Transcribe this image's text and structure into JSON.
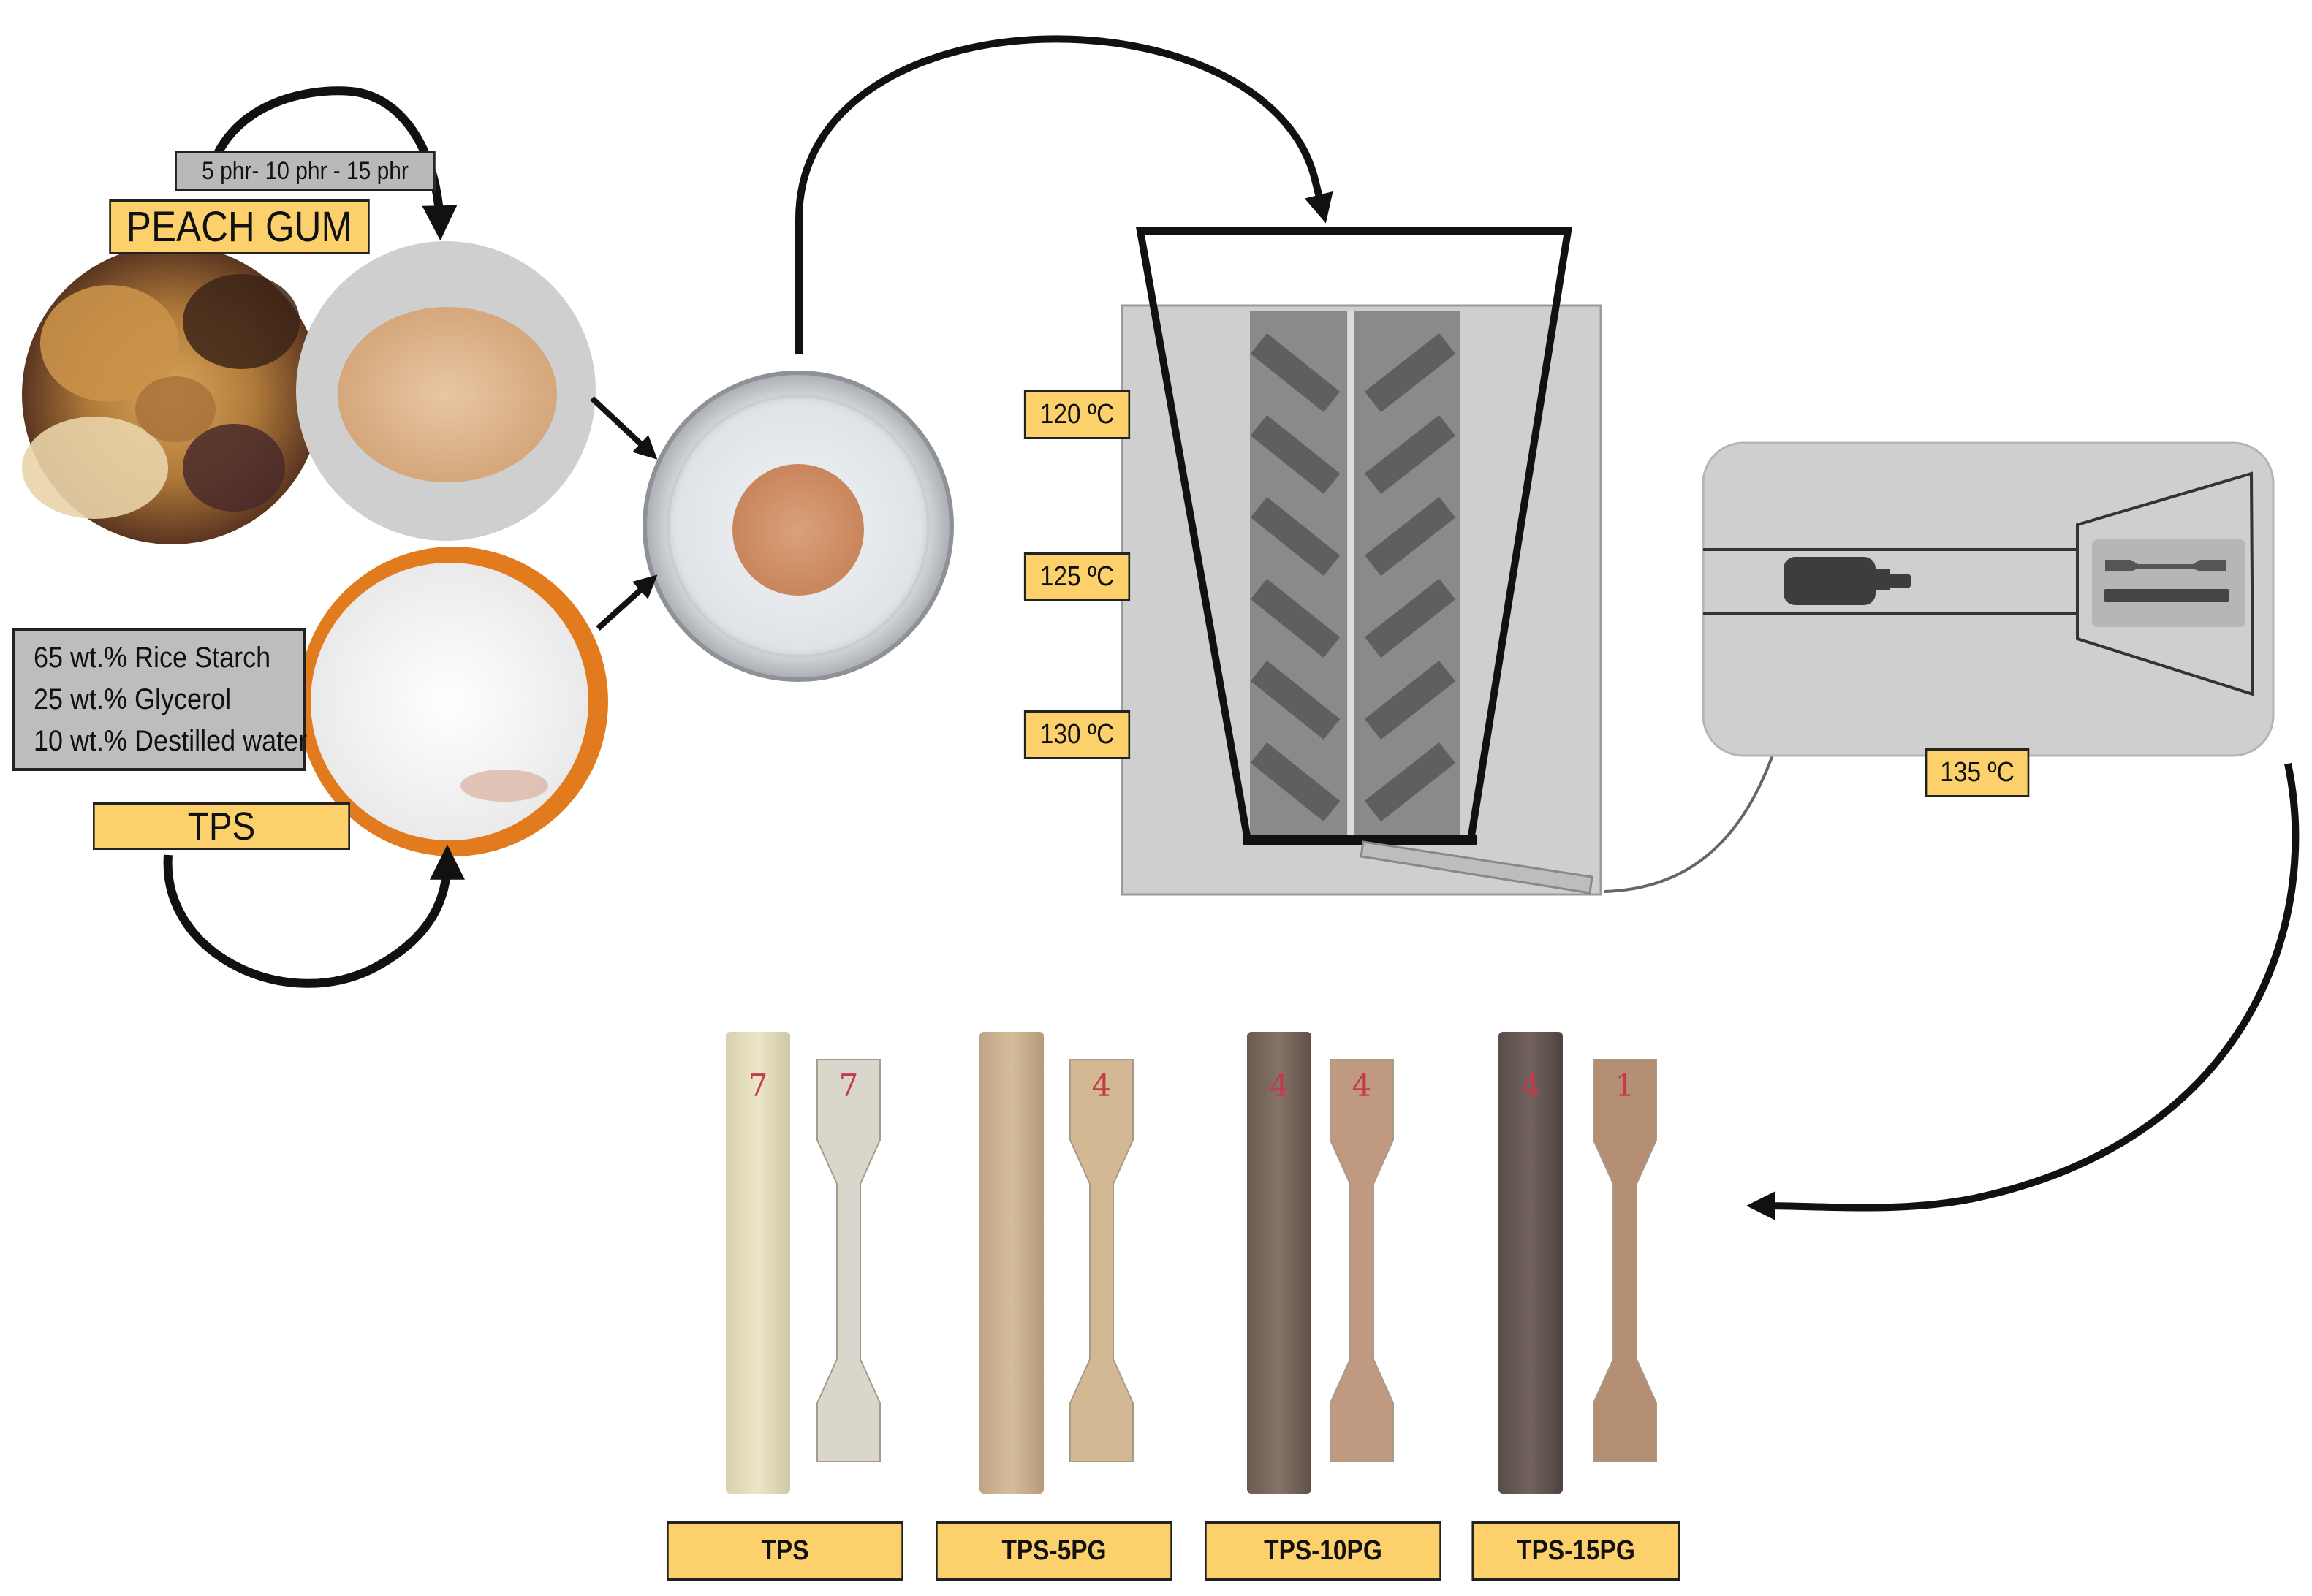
{
  "peach_gum": {
    "label": "PEACH GUM",
    "ratio_label": "5 phr- 10 phr - 15 phr"
  },
  "tps": {
    "label": "TPS",
    "composition": [
      "65 wt.% Rice Starch",
      "25 wt.% Glycerol",
      "10 wt.% Destilled water"
    ]
  },
  "extruder": {
    "zone_temperatures": [
      "120 ºC",
      "125 ºC",
      "130 ºC"
    ]
  },
  "injection": {
    "temperature": "135 ºC"
  },
  "samples": {
    "specimen_marks": [
      "7",
      "7",
      "",
      "4",
      "4",
      "4",
      "4",
      "1"
    ],
    "labels": [
      "TPS",
      "TPS-5PG",
      "TPS-10PG",
      "TPS-15PG"
    ]
  },
  "colors": {
    "label_fill": "#FCD06A",
    "box_fill": "#BDBDBD",
    "housing_fill": "#CFCFCF",
    "screw_fill": "#8A8A8A",
    "arrow": "#111111"
  }
}
